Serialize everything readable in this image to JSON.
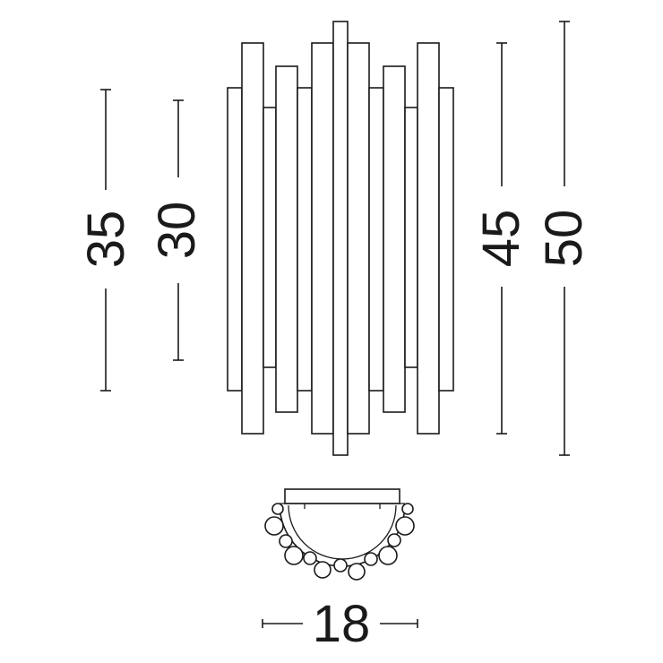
{
  "dimensions": {
    "left_outer": "35",
    "left_inner": "30",
    "right_inner": "45",
    "right_outer": "50",
    "bottom_width": "18"
  },
  "colors": {
    "line": "#1a1a1a",
    "background": "#ffffff"
  }
}
